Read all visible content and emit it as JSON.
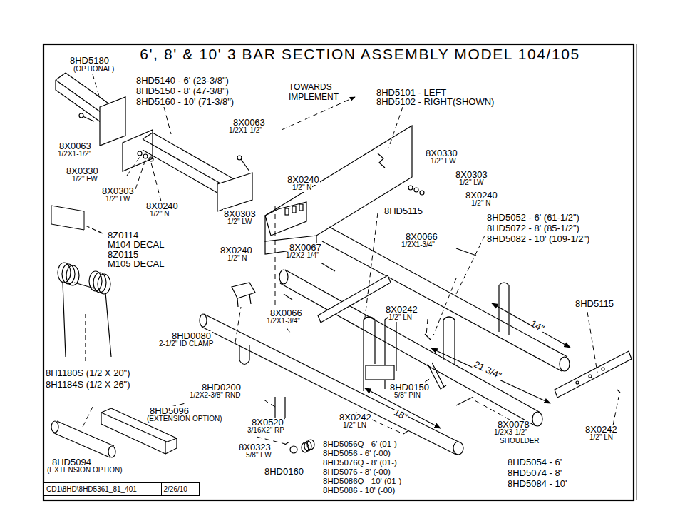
{
  "diagram": {
    "title": "6', 8' & 10' 3 BAR SECTION ASSEMBLY MODEL 104/105",
    "nodes": [
      {
        "text": [
          "CD1\\8HD\\8HD5361_81_401"
        ]
      },
      {
        "text": [
          "2/26/10"
        ]
      }
    ],
    "labels": [
      "8HD5180",
      "(OPTIONAL)",
      "8HD5140 - 6' (23-3/8\")",
      "8HD5150 - 8' (47-3/8\")",
      "8HD5160 - 10' (71-3/8\")",
      "TOWARDS",
      "IMPLEMENT",
      "8HD5101 - LEFT",
      "8HD5102 - RIGHT(SHOWN)",
      "8X0063",
      "1/2X1-1/2\"",
      "8X0063",
      "1/2X1-1/2\"",
      "8X0330",
      "1/2\" FW",
      "8X0303",
      "1/2\" LW",
      "8X0240",
      "1/2\" N",
      "8X0330",
      "1/2\" FW",
      "8X0303",
      "1/2\" LW",
      "8X0240",
      "1/2\" N",
      "8X0240",
      "1/2\" N",
      "8X0303",
      "1/2\" LW",
      "8HD5115",
      "8HD5052 - 6' (61-1/2\")",
      "8HD5072 - 8' (85-1/2\")",
      "8HD5082 - 10' (109-1/2\")",
      "8Z0114",
      "M104 DECAL",
      "8Z0115",
      "M105 DECAL",
      "8X0240",
      "1/2\" N",
      "8X0067",
      "1/2X2-1/4\"",
      "8X0066",
      "1/2X1-3/4\"",
      "8HD5115",
      "8X0066",
      "1/2X1-3/4\"",
      "8X0242",
      "1/2\" LN",
      "14\"",
      "8HD0080",
      "2-1/2\" ID CLAMP",
      "21 3/4\"",
      "8H1180S (1/2 X 20\")",
      "8H1184S (1/2 X 26\")",
      "8HD0200",
      "1/2X2-3/8\" RND",
      "8HD0150",
      "5/8\" PIN",
      "8HD5096",
      "(EXTENSION OPTION)",
      "8X0520",
      "3/16X2\" RP",
      "8X0242",
      "1/2\" LN",
      "18\"",
      "8X0078",
      "1/2X3-1/2\"",
      "SHOULDER",
      "8X0242",
      "1/2\" LN",
      "8X0323",
      "5/8\" FW",
      "8HD5094",
      "(EXTENSION OPTION)",
      "8HD0160",
      "8HD5056Q - 6' (01-)",
      "8HD5056 - 6' (-00)",
      "8HD5076Q - 8' (01-)",
      "8HD5076 - 8' (-00)",
      "8HD5086Q - 10' (01-)",
      "8HD5086 - 10' (-00)",
      "8HD5054 - 6'",
      "8HD5074 - 8'",
      "8HD5084 - 10'"
    ]
  }
}
